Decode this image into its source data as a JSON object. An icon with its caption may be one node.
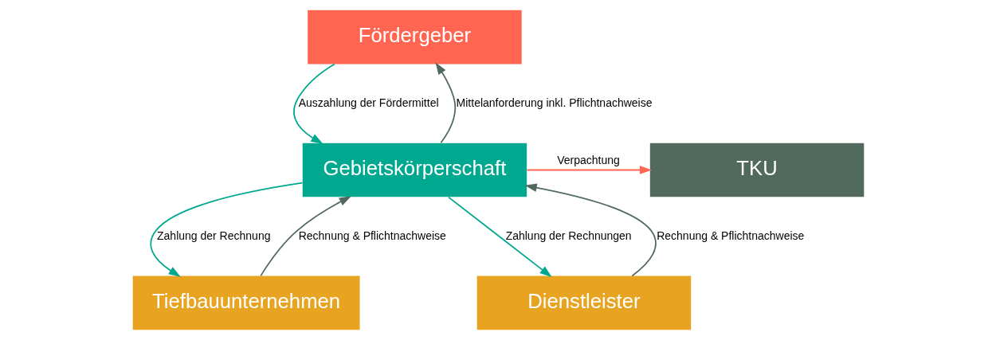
{
  "diagram": {
    "nodes": [
      {
        "text": [
          "Fördergeber"
        ]
      },
      {
        "text": [
          "Gebietskörperschaft"
        ]
      },
      {
        "text": [
          "TKU"
        ]
      },
      {
        "text": [
          "Tiefbauunternehmen"
        ]
      },
      {
        "text": [
          "Dienstleister"
        ]
      }
    ],
    "edges": [
      {
        "from": 1,
        "to": 0,
        "arrow": "to",
        "label": "Mittelanforderung inkl. Pflichtnachweise",
        "color": "#52695e"
      },
      {
        "from": 0,
        "to": 1,
        "arrow": "to",
        "label": "Auszahlung der Fördermittel",
        "color": "#00a88f"
      },
      {
        "from": 1,
        "to": 2,
        "arrow": "to",
        "label": "Verpachtung",
        "color": "#ff6550"
      },
      {
        "from": 3,
        "to": 1,
        "arrow": "to",
        "label": "Rechnung & Pflichtnachweise",
        "color": "#52695e"
      },
      {
        "from": 1,
        "to": 3,
        "arrow": "to",
        "label": "Zahlung der Rechnung",
        "color": "#00a88f"
      },
      {
        "from": 4,
        "to": 1,
        "arrow": "to",
        "label": "Rechnung & Pflichtnachweise",
        "color": "#52695e"
      },
      {
        "from": 1,
        "to": 4,
        "arrow": "to",
        "label": "Zahlung der Rechnungen",
        "color": "#00a88f"
      }
    ]
  }
}
